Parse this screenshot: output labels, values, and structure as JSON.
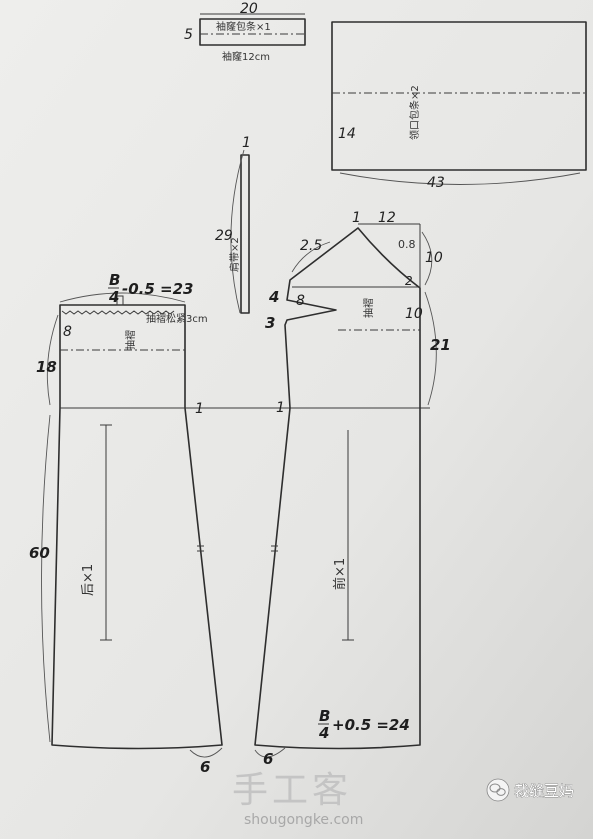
{
  "colors": {
    "paper": "#ececea",
    "ink": "#2e2e2e"
  },
  "strip_top": {
    "width": "20",
    "height": "5",
    "label": "袖窿包条×1",
    "note": "袖窿12cm"
  },
  "binding": {
    "height": "14",
    "width": "43",
    "label": "领口包条×2"
  },
  "strap": {
    "top": "1",
    "length": "29",
    "label": "肩带×2"
  },
  "back": {
    "formula_num": "B",
    "formula_den": "4",
    "formula_rest": "-0.5 =23",
    "elastic": "抽褶松紧3cm",
    "gather": "抽褶",
    "top_depth": "8",
    "upper": "18",
    "lower": "60",
    "waist_mark": "1",
    "hem": "6",
    "label": "后×1"
  },
  "front": {
    "neck_point": "1",
    "neck_width": "12",
    "shoulder": "2.5",
    "neck_drop_small": "0.8",
    "neck_drop": "10",
    "armhole_gap": "2",
    "dart_upper": "4",
    "dart_length": "8",
    "dart_lower": "3",
    "dart_right": "10",
    "side": "21",
    "waist_mark": "1",
    "gather": "抽褶",
    "label": "前×1",
    "formula_num": "B",
    "formula_den": "4",
    "formula_rest": "+0.5 =24",
    "hem": "6"
  },
  "watermark": {
    "brand": "手工客",
    "url": "shougongke.com",
    "account": "裁缝豆妈"
  }
}
